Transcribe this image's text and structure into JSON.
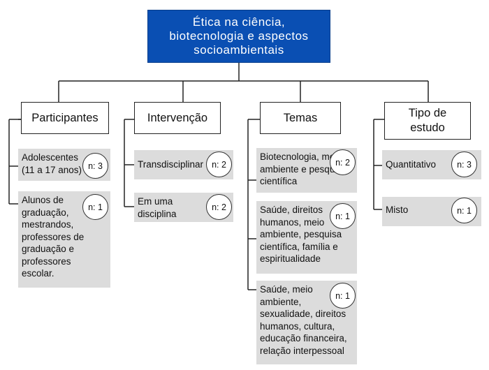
{
  "root": {
    "title": "Ética na ciência, biotecnologia e aspectos socioambientais"
  },
  "categories": [
    {
      "label": "Participantes",
      "items": [
        {
          "text": "Adolescentes (11 a 17 anos)",
          "count": "n: 3"
        },
        {
          "text": "Alunos de graduação, mestrandos, professores de graduação e professores escolar.",
          "count": "n: 1"
        }
      ]
    },
    {
      "label": "Intervenção",
      "items": [
        {
          "text": "Transdisciplinar",
          "count": "n: 2"
        },
        {
          "text": "Em uma disciplina",
          "count": "n: 2"
        }
      ]
    },
    {
      "label": "Temas",
      "items": [
        {
          "text": "Biotecnologia, meio ambiente e pesquisa científica",
          "count": "n: 2"
        },
        {
          "text": "Saúde, direitos humanos, meio ambiente, pesquisa científica, família e espiritualidade",
          "count": "n: 1"
        },
        {
          "text": "Saúde, meio ambiente, sexualidade, direitos humanos, cultura, educação financeira, relação interpessoal",
          "count": "n: 1"
        }
      ]
    },
    {
      "label": "Tipo de estudo",
      "items": [
        {
          "text": "Quantitativo",
          "count": "n: 3"
        },
        {
          "text": "Misto",
          "count": "n: 1"
        }
      ]
    }
  ]
}
